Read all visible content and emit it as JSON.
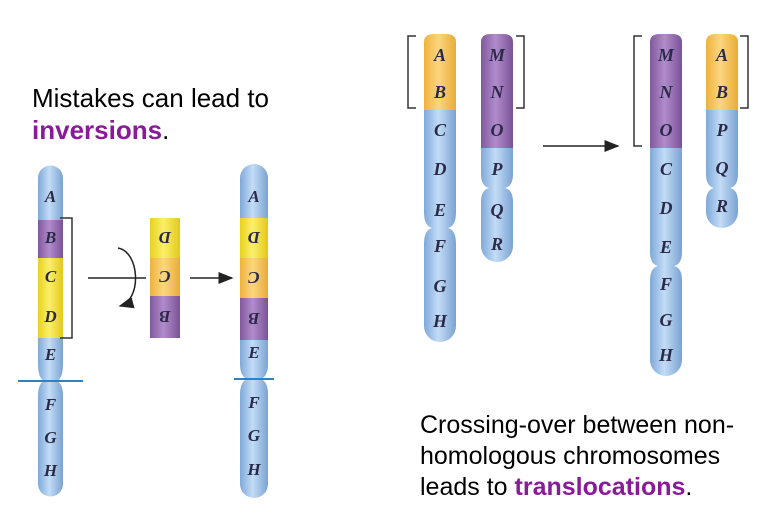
{
  "inversion_caption": {
    "line1": "Mistakes can lead to",
    "highlight": "inversions",
    "end": "."
  },
  "translocation_caption": {
    "line1": "Crossing-over between non-",
    "line2": "homologous chromosomes",
    "line3_prefix": "leads to ",
    "highlight": "translocations",
    "end": "."
  },
  "colors": {
    "blue": "#a8c8ec",
    "purple": "#9b72b3",
    "yellow": "#f5e43c",
    "orange": "#f6c65a",
    "highlight_text": "#8a1a9a",
    "centromere_line": "#2b83c6"
  },
  "inversion": {
    "original": [
      "A",
      "B",
      "C",
      "D",
      "E",
      "F",
      "G",
      "H"
    ],
    "inverted_fragment": [
      "D",
      "C",
      "B"
    ],
    "result": [
      "A",
      "D",
      "C",
      "B",
      "E",
      "F",
      "G",
      "H"
    ]
  },
  "translocation": {
    "before_1": [
      "A",
      "B",
      "C",
      "D",
      "E",
      "F",
      "G",
      "H"
    ],
    "before_2": [
      "M",
      "N",
      "O",
      "P",
      "Q",
      "R"
    ],
    "after_1": [
      "M",
      "N",
      "O",
      "C",
      "D",
      "E",
      "F",
      "G",
      "H"
    ],
    "after_2": [
      "A",
      "B",
      "P",
      "Q",
      "R"
    ]
  }
}
